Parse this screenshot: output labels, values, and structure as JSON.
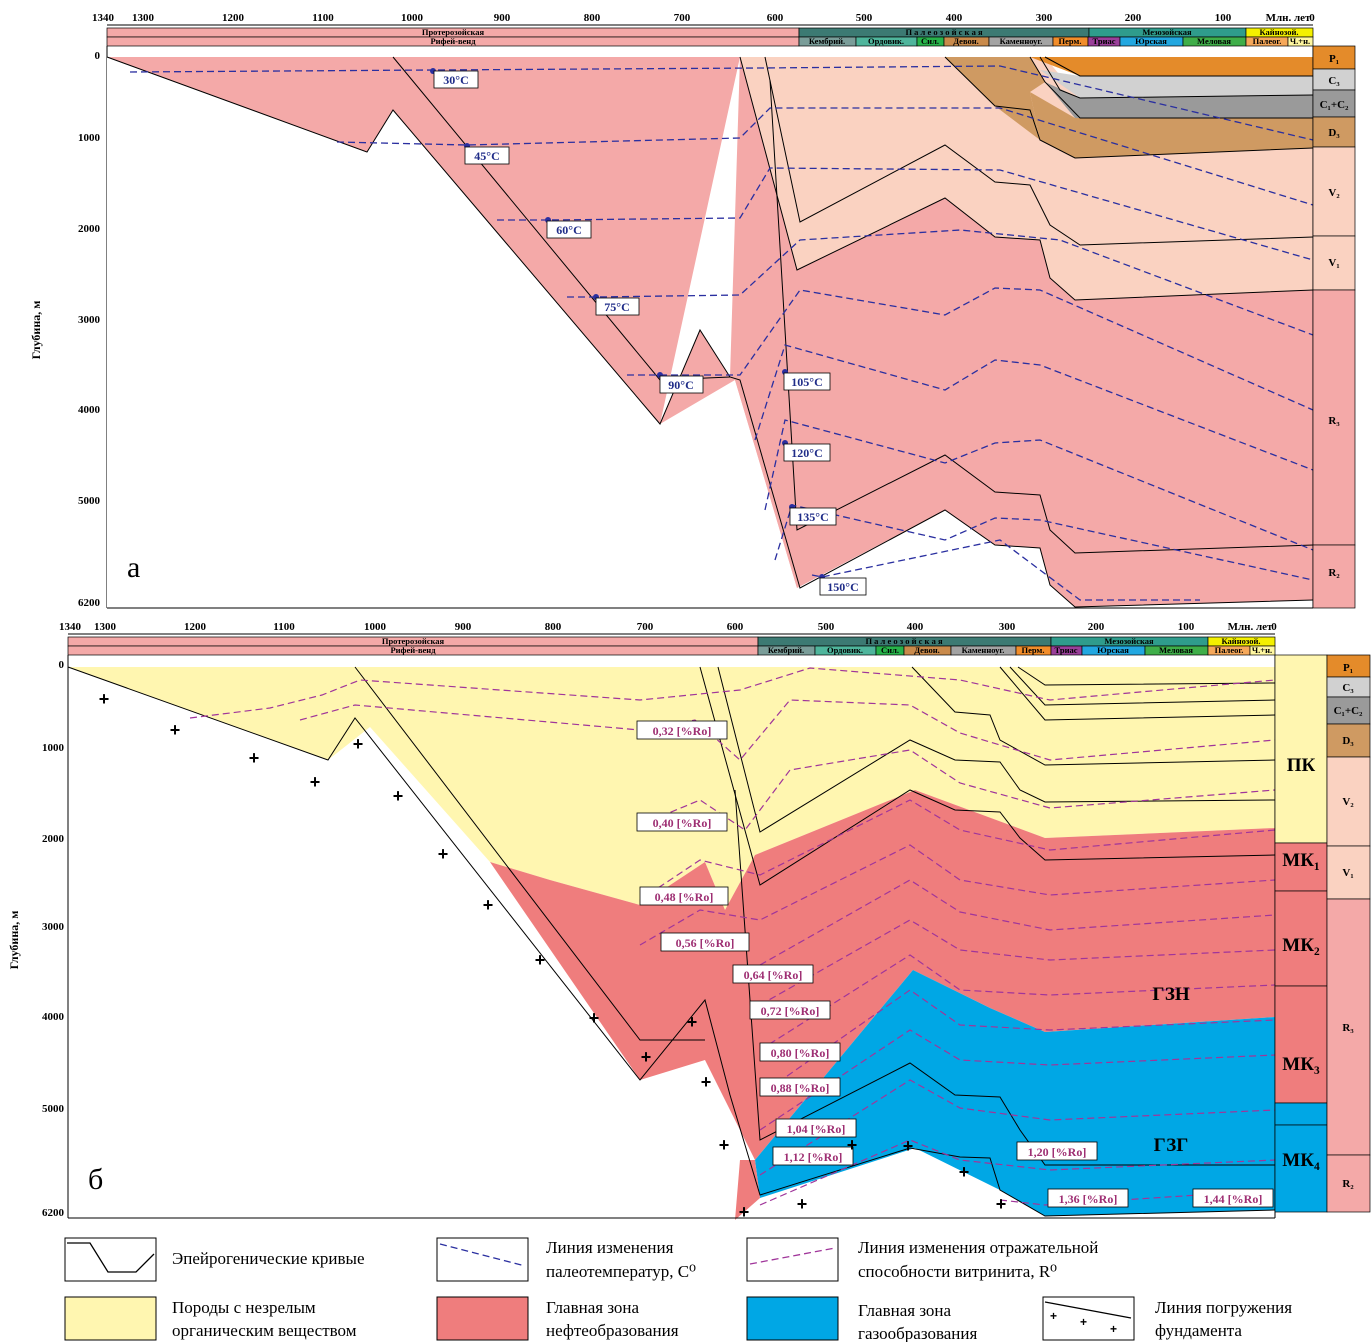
{
  "axis": {
    "ticks_a": [
      "1340",
      "1300",
      "1200",
      "1100",
      "1000",
      "900",
      "800",
      "700",
      "600",
      "500",
      "400",
      "300",
      "200",
      "100",
      "0"
    ],
    "ticks_b": [
      "1340",
      "1300",
      "1200",
      "1100",
      "1000",
      "900",
      "800",
      "700",
      "600",
      "500",
      "400",
      "300",
      "200",
      "100"
    ],
    "unit_label": "Млн. лет",
    "unit_zero": "0",
    "depth_ticks": [
      "0",
      "1000",
      "2000",
      "3000",
      "4000",
      "5000",
      "6200"
    ],
    "depth_label": "Глубина, м"
  },
  "eras": {
    "proterozoic": "Протерозойская",
    "riphean_vendian": "Рифей-венд",
    "paleozoic": "П а л е о з о й с к а я",
    "mesozoic": "Мезозойская",
    "cenozoic": "Кайнозой."
  },
  "periods": {
    "cambrian": "Кембрий.",
    "ordovician": "Ордовик.",
    "silurian": "Сил.",
    "devonian": "Девон.",
    "carboniferous": "Каменноуг.",
    "permian": "Перм.",
    "triassic": "Триас",
    "jurassic": "Юрская",
    "cretaceous": "Меловая",
    "paleogene": "Палеог.",
    "neogene_quaternary": "Ч.+н."
  },
  "strat_labels": {
    "p1": "P₁",
    "c3": "C₃",
    "c1c2": "C₁+C₂",
    "d3": "D₃",
    "v2": "V₂",
    "v1": "V₁",
    "r3": "R₃",
    "r2": "R₂"
  },
  "panel_a": {
    "letter": "а",
    "temperature_labels": [
      "30°C",
      "45°C",
      "60°C",
      "75°C",
      "90°C",
      "105°C",
      "120°C",
      "135°C",
      "150°C"
    ]
  },
  "panel_b": {
    "letter": "б",
    "ro_labels": [
      "0,32 [%Ro]",
      "0,40 [%Ro]",
      "0,48 [%Ro]",
      "0,56 [%Ro]",
      "0,64 [%Ro]",
      "0,72 [%Ro]",
      "0,80 [%Ro]",
      "0,88 [%Ro]",
      "1,04 [%Ro]",
      "1,12 [%Ro]",
      "1,20 [%Ro]",
      "1,36 [%Ro]",
      "1,44 [%Ro]"
    ],
    "zones": {
      "oil": "ГЗН",
      "gas": "ГЗГ"
    },
    "mk": {
      "pk": "ПК",
      "mk1": "МК₁",
      "mk2": "МК₂",
      "mk3": "МК₃",
      "mk4": "МК₄"
    }
  },
  "legend": {
    "epeirogenic": "Эпейрогенические кривые",
    "paleotemp_1": "Линия изменения",
    "paleotemp_2": "палеотемператур, C⁰",
    "vitrinite_1": "Линия изменения отражательной",
    "vitrinite_2": "способности витринита, R⁰",
    "immature_1": "Породы с незрелым",
    "immature_2": "органическим веществом",
    "oil_zone_1": "Главная зона",
    "oil_zone_2": "нефтеобразования",
    "gas_zone_1": "Главная зона",
    "gas_zone_2": "газообразования",
    "basement_1": "Линия погружения",
    "basement_2": "фундамента"
  },
  "colors": {
    "riphean": "#f4a9a8",
    "vendian": "#fad2c1",
    "immature": "#fff6b0",
    "oil": "#ef7d7d",
    "gas": "#00a7e5",
    "temp_line": "#2a2fa0",
    "ro_line": "#a0359a",
    "paleozoic_hdr": "#3c7a73",
    "mesozoic_hdr": "#2f9c8c",
    "cenozoic_hdr": "#f4f000"
  }
}
